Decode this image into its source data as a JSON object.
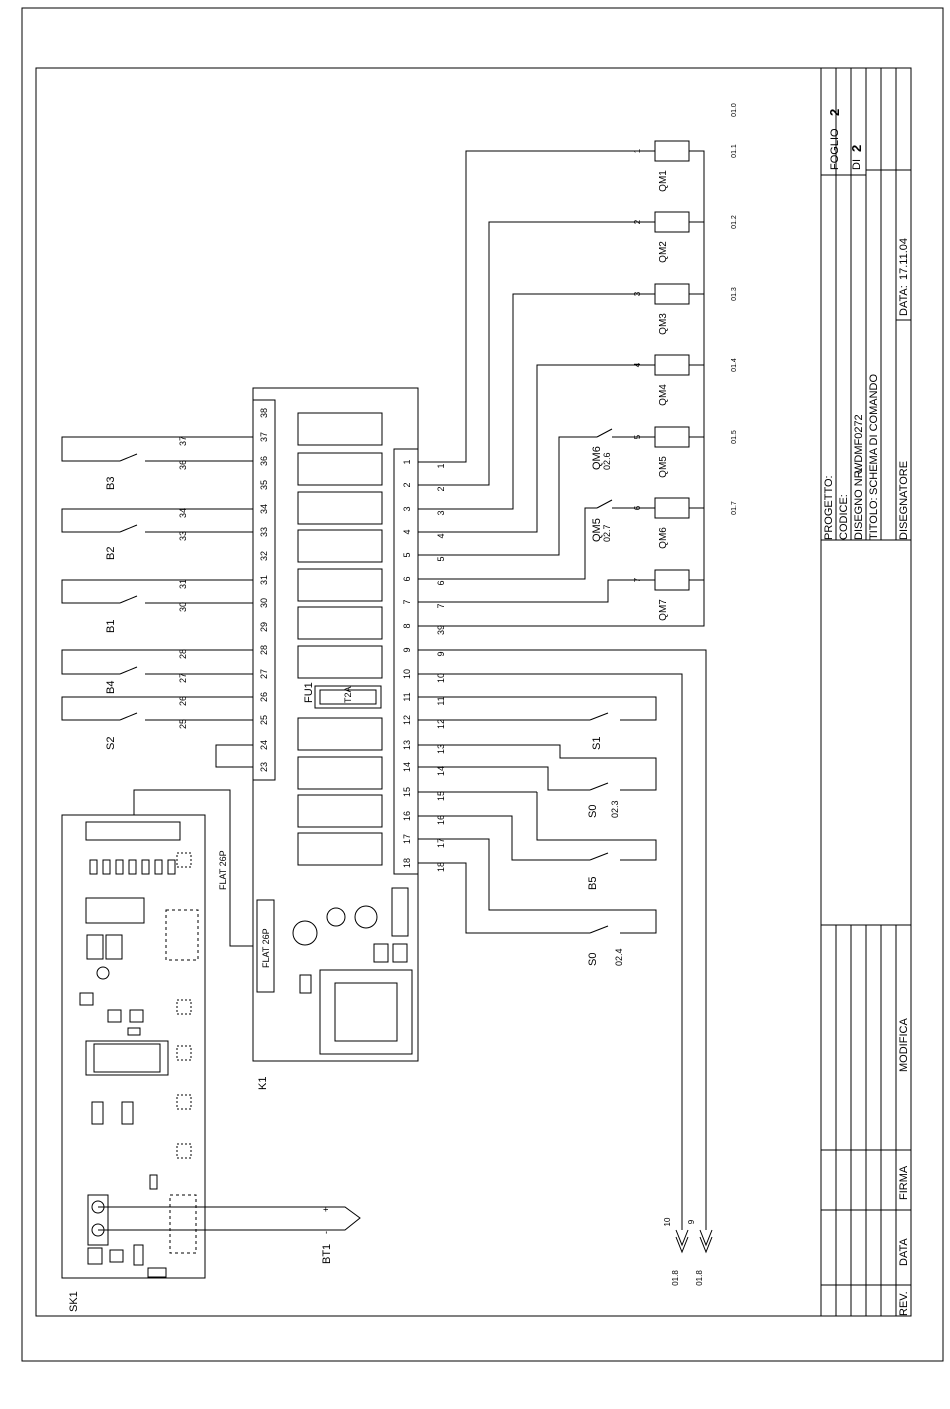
{
  "title_block": {
    "progetto_label": "PROGETTO:",
    "codice_label": "CODICE:",
    "disegno_label": "DISEGNO NR.",
    "disegno_value": "WDMF0272",
    "titolo_label": "TITOLO:",
    "titolo_value": "SCHEMA DI COMANDO",
    "disegnatore_label": "DISEGNATORE",
    "data_label": "DATA:",
    "data_value": "17.11.04",
    "foglio_label": "FOGLIO",
    "foglio_value": "2",
    "di_label": "DI",
    "di_value": "2"
  },
  "revision_block": {
    "rev_label": "REV.",
    "data_label": "DATA",
    "firma_label": "FIRMA",
    "modifica_label": "MODIFICA"
  },
  "components": {
    "k1": "K1",
    "sk1": "SK1",
    "bt1": "BT1",
    "fu1": "FU1",
    "fuse_rating": "T2A",
    "flat_conn": "FLAT 26P",
    "flat_cable": "FLAT 26P",
    "b1": "B1",
    "b2": "B2",
    "b3": "B3",
    "b4": "B4",
    "b5": "B5",
    "s1": "S1",
    "s2": "S2",
    "s0a": "S0",
    "s0b": "S0",
    "s0a_ref": "02.3",
    "s0b_ref": "02.4",
    "qm5_ref_label": "QM5",
    "qm5_ref": "02.7",
    "qm6_ref_label": "QM6",
    "qm6_ref": "02.6"
  },
  "terminals_right": [
    "1",
    "2",
    "3",
    "4",
    "5",
    "6",
    "7",
    "8",
    "9",
    "10",
    "11",
    "12",
    "13",
    "14",
    "15",
    "16",
    "17",
    "18"
  ],
  "terminals_left": [
    "38",
    "37",
    "36",
    "35",
    "34",
    "33",
    "32",
    "31",
    "30",
    "29",
    "28",
    "27",
    "26",
    "25",
    "24",
    "23"
  ],
  "wire_numbers_right": [
    "1",
    "2",
    "3",
    "4",
    "5",
    "6",
    "7",
    "39",
    "9",
    "10",
    "11",
    "12",
    "13",
    "14",
    "15",
    "16",
    "17",
    "18"
  ],
  "wire_numbers_left": [
    "37",
    "36",
    "34",
    "33",
    "31",
    "30",
    "28",
    "27",
    "26",
    "25"
  ],
  "coils": [
    {
      "name": "QM1",
      "num": "1"
    },
    {
      "name": "QM2",
      "num": "2"
    },
    {
      "name": "QM3",
      "num": "3"
    },
    {
      "name": "QM4",
      "num": "4"
    },
    {
      "name": "QM5",
      "num": "5"
    },
    {
      "name": "QM6",
      "num": "6"
    },
    {
      "name": "QM7",
      "num": "7"
    }
  ],
  "contact_refs": [
    "01.0",
    "01.1",
    "01.2",
    "01.3",
    "01.4",
    "01.5",
    "01.7"
  ],
  "cross_refs": [
    {
      "label": "01.8",
      "wire": "10"
    },
    {
      "label": "01.8",
      "wire": "9"
    }
  ],
  "bt1_pins": [
    "+",
    "-"
  ]
}
